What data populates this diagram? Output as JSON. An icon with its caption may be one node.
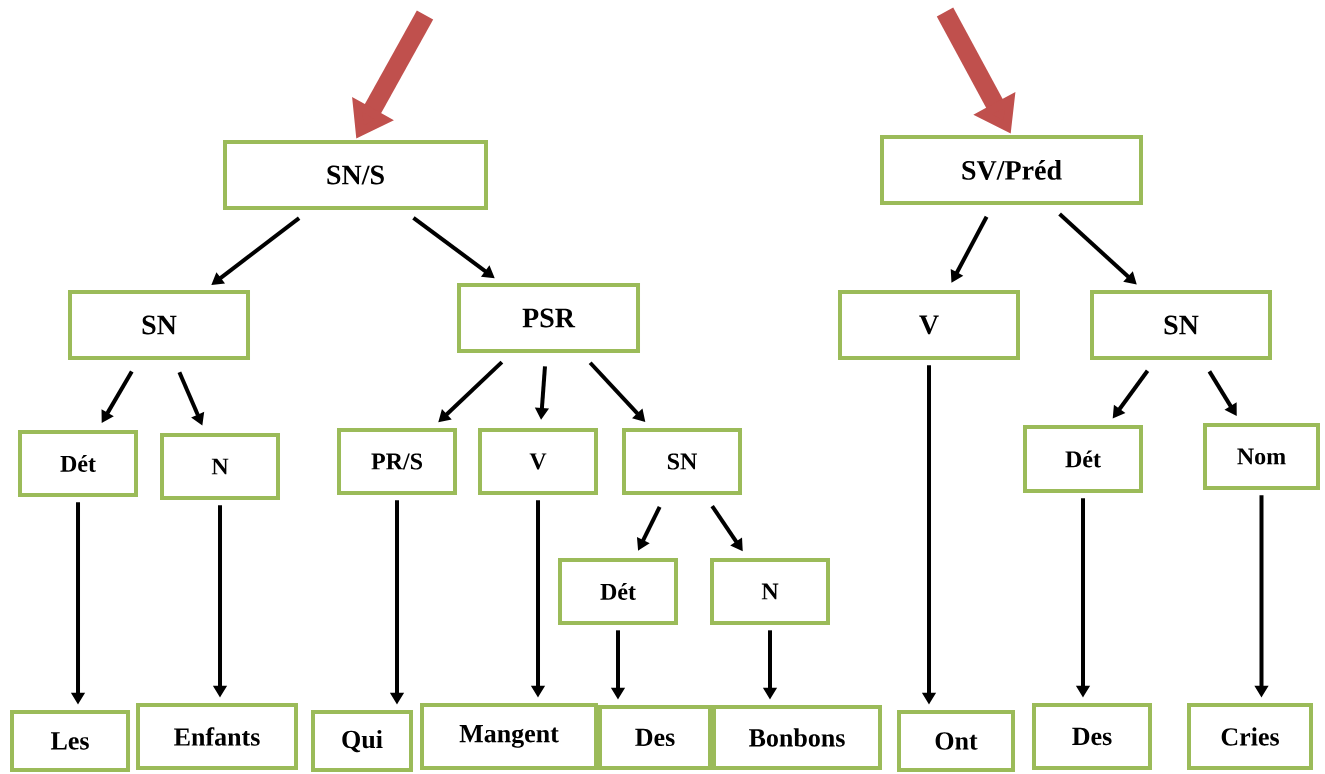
{
  "diagram": {
    "nodes": [
      {
        "text": [
          "SN/S"
        ]
      },
      {
        "text": [
          "SN"
        ]
      },
      {
        "text": [
          "PSR"
        ]
      },
      {
        "text": [
          "Dét"
        ]
      },
      {
        "text": [
          "N"
        ]
      },
      {
        "text": [
          "PR/S"
        ]
      },
      {
        "text": [
          "V"
        ]
      },
      {
        "text": [
          "SN"
        ]
      },
      {
        "text": [
          "Dét"
        ]
      },
      {
        "text": [
          "N"
        ]
      },
      {
        "text": [
          "Les"
        ]
      },
      {
        "text": [
          "Enfants"
        ]
      },
      {
        "text": [
          "Qui"
        ]
      },
      {
        "text": [
          "Mangent"
        ]
      },
      {
        "text": [
          "Des"
        ]
      },
      {
        "text": [
          "Bonbons"
        ]
      },
      {
        "text": [
          "SV/Préd"
        ]
      },
      {
        "text": [
          "V"
        ]
      },
      {
        "text": [
          "SN"
        ]
      },
      {
        "text": [
          "Dét"
        ]
      },
      {
        "text": [
          "Nom"
        ]
      },
      {
        "text": [
          "Ont"
        ]
      },
      {
        "text": [
          "Des"
        ]
      },
      {
        "text": [
          "Cries"
        ]
      }
    ],
    "edges": [
      {
        "from": null,
        "to": 0,
        "arrow": "to",
        "style": "thick",
        "color": "#c0504d"
      },
      {
        "from": null,
        "to": 16,
        "arrow": "to",
        "style": "thick",
        "color": "#c0504d"
      },
      {
        "from": 0,
        "to": 1,
        "arrow": "to"
      },
      {
        "from": 0,
        "to": 2,
        "arrow": "to"
      },
      {
        "from": 1,
        "to": 3,
        "arrow": "to"
      },
      {
        "from": 1,
        "to": 4,
        "arrow": "to"
      },
      {
        "from": 2,
        "to": 5,
        "arrow": "to"
      },
      {
        "from": 2,
        "to": 6,
        "arrow": "to"
      },
      {
        "from": 2,
        "to": 7,
        "arrow": "to"
      },
      {
        "from": 7,
        "to": 8,
        "arrow": "to"
      },
      {
        "from": 7,
        "to": 9,
        "arrow": "to"
      },
      {
        "from": 3,
        "to": 10,
        "arrow": "to"
      },
      {
        "from": 4,
        "to": 11,
        "arrow": "to"
      },
      {
        "from": 5,
        "to": 12,
        "arrow": "to"
      },
      {
        "from": 6,
        "to": 13,
        "arrow": "to"
      },
      {
        "from": 8,
        "to": 14,
        "arrow": "to"
      },
      {
        "from": 9,
        "to": 15,
        "arrow": "to"
      },
      {
        "from": 16,
        "to": 17,
        "arrow": "to"
      },
      {
        "from": 16,
        "to": 18,
        "arrow": "to"
      },
      {
        "from": 18,
        "to": 19,
        "arrow": "to"
      },
      {
        "from": 18,
        "to": 20,
        "arrow": "to"
      },
      {
        "from": 17,
        "to": 21,
        "arrow": "to"
      },
      {
        "from": 19,
        "to": 22,
        "arrow": "to"
      },
      {
        "from": 20,
        "to": 23,
        "arrow": "to"
      }
    ]
  }
}
